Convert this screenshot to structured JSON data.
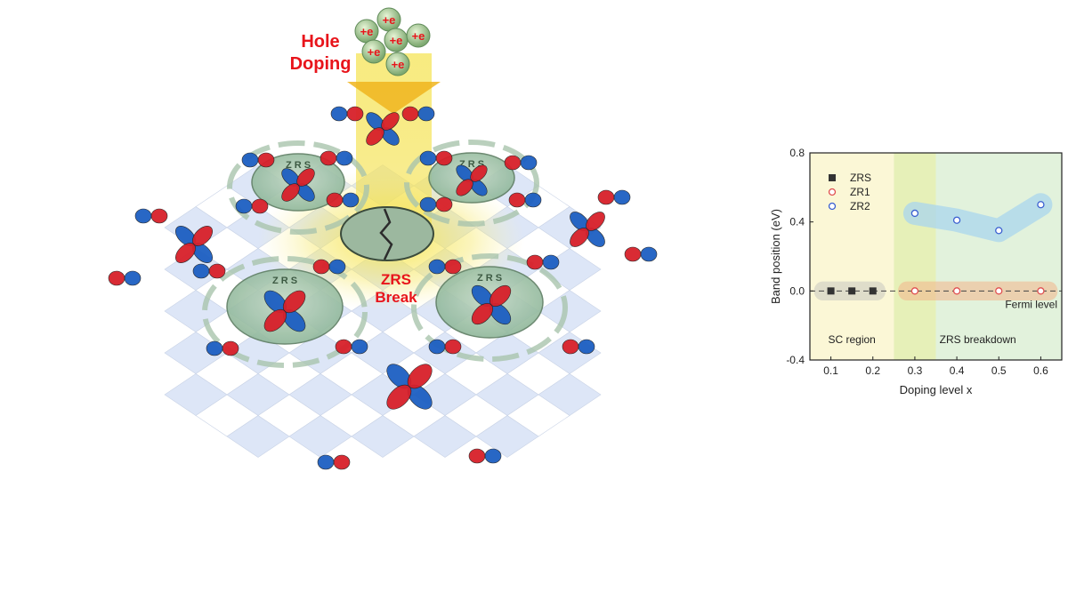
{
  "illustration": {
    "hole_doping_label_line1": "Hole",
    "hole_doping_label_line2": "Doping",
    "electron_label": "+e",
    "zrs_ring_label": "Z R S",
    "zrs_break_line1": "ZRS",
    "zrs_break_line2": "Break",
    "colors": {
      "lobe_red": "#d8202a",
      "lobe_blue": "#1d5fc2",
      "label_red": "#e8141b",
      "beam_yellow": "#f4e04a",
      "tile_blue": "#dde6f7",
      "ring_green": "#8fb79a"
    }
  },
  "chart_data": {
    "type": "scatter",
    "xlabel": "Doping level x",
    "ylabel": "Band position (eV)",
    "xlim": [
      0.05,
      0.65
    ],
    "ylim": [
      -0.4,
      0.8
    ],
    "xticks": [
      "0.1",
      "0.2",
      "0.3",
      "0.4",
      "0.5",
      "0.6"
    ],
    "yticks": [
      "-0.4",
      "0.0",
      "0.4",
      "0.8"
    ],
    "series": [
      {
        "name": "ZRS",
        "marker": "filled-square",
        "color": "#333333",
        "x": [
          0.1,
          0.15,
          0.2
        ],
        "y": [
          0.0,
          0.0,
          0.0
        ]
      },
      {
        "name": "ZR1",
        "marker": "open-circle",
        "color": "#e05050",
        "x": [
          0.3,
          0.4,
          0.5,
          0.6
        ],
        "y": [
          0.0,
          0.0,
          0.0,
          0.0
        ]
      },
      {
        "name": "ZR2",
        "marker": "open-circle",
        "color": "#3a5fd0",
        "x": [
          0.3,
          0.4,
          0.5,
          0.6
        ],
        "y": [
          0.45,
          0.41,
          0.35,
          0.5
        ]
      }
    ],
    "reference_line": {
      "y": 0.0,
      "label": "Fermi level"
    },
    "regions": [
      {
        "label": "SC region",
        "x_range": [
          0.05,
          0.25
        ],
        "color": "#fbf7d6"
      },
      {
        "label": "",
        "x_range": [
          0.25,
          0.35
        ],
        "color": "#e6f0b8"
      },
      {
        "label": "ZRS breakdown",
        "x_range": [
          0.35,
          0.65
        ],
        "color": "#e2f2dc"
      }
    ],
    "legend_position": "top-left",
    "grid": false
  }
}
